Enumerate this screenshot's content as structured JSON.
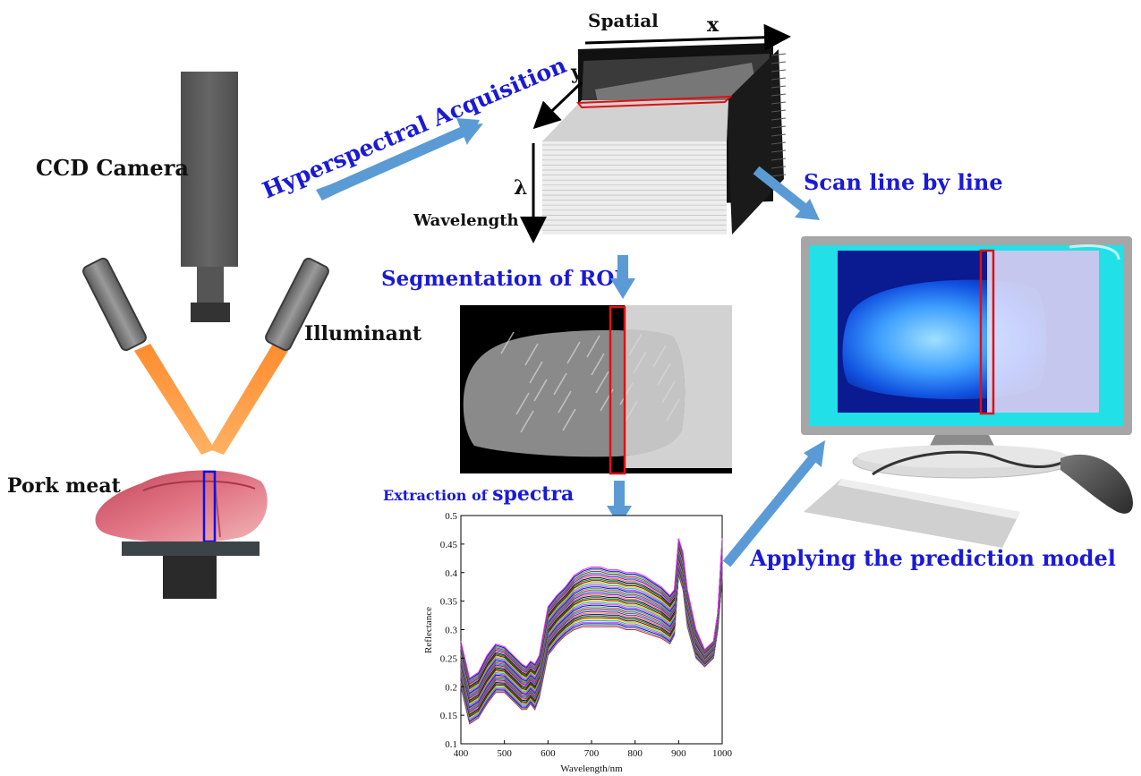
{
  "labels": {
    "ccd_camera": "CCD Camera",
    "illuminant": "Illuminant",
    "pork_meat": "Pork meat",
    "hyperspectral_acquisition": "Hyperspectral Acquisition",
    "spatial": "Spatial",
    "x_axis": "x",
    "y_axis": "y",
    "lambda": "λ",
    "wavelength": "Wavelength",
    "scan_line": "Scan line by line",
    "segmentation": "Segmentation of ROI",
    "extraction_prefix": "Extraction of ",
    "extraction_suffix": "spectra",
    "applying_model": "Applying the prediction model"
  },
  "colors": {
    "label_blue": "#1a1ad6",
    "arrow_blue": "#5b9bd5",
    "light_beam": "#ff8c2e",
    "roi_red": "#e01010",
    "meat_roi_blue": "#1010e0",
    "monitor_cyan": "#22e0e8"
  },
  "chart_data": {
    "type": "line",
    "xlabel": "Wavelength/nm",
    "ylabel": "Reflectance",
    "xlim": [
      400,
      1000
    ],
    "ylim": [
      0.1,
      0.5
    ],
    "x_ticks": [
      "400",
      "500",
      "600",
      "700",
      "800",
      "900",
      "1000"
    ],
    "y_ticks": [
      "0.1",
      "0.15",
      "0.2",
      "0.25",
      "0.3",
      "0.35",
      "0.4",
      "0.45",
      "0.5"
    ],
    "x": [
      400,
      420,
      440,
      460,
      480,
      500,
      520,
      540,
      550,
      560,
      570,
      580,
      600,
      620,
      640,
      660,
      680,
      700,
      720,
      740,
      760,
      780,
      800,
      820,
      840,
      860,
      880,
      890,
      900,
      910,
      920,
      940,
      960,
      980,
      990,
      1000
    ],
    "series_upper": [
      0.28,
      0.215,
      0.225,
      0.255,
      0.275,
      0.27,
      0.255,
      0.24,
      0.235,
      0.245,
      0.24,
      0.255,
      0.34,
      0.36,
      0.375,
      0.395,
      0.405,
      0.41,
      0.41,
      0.405,
      0.405,
      0.4,
      0.4,
      0.395,
      0.385,
      0.375,
      0.36,
      0.37,
      0.46,
      0.435,
      0.37,
      0.3,
      0.265,
      0.28,
      0.33,
      0.46
    ],
    "series_lower": [
      0.2,
      0.135,
      0.145,
      0.17,
      0.19,
      0.19,
      0.175,
      0.16,
      0.16,
      0.17,
      0.16,
      0.18,
      0.255,
      0.275,
      0.29,
      0.3,
      0.305,
      0.305,
      0.305,
      0.305,
      0.305,
      0.3,
      0.3,
      0.295,
      0.29,
      0.285,
      0.275,
      0.29,
      0.395,
      0.37,
      0.305,
      0.25,
      0.235,
      0.25,
      0.3,
      0.39
    ],
    "series_count": 40
  }
}
